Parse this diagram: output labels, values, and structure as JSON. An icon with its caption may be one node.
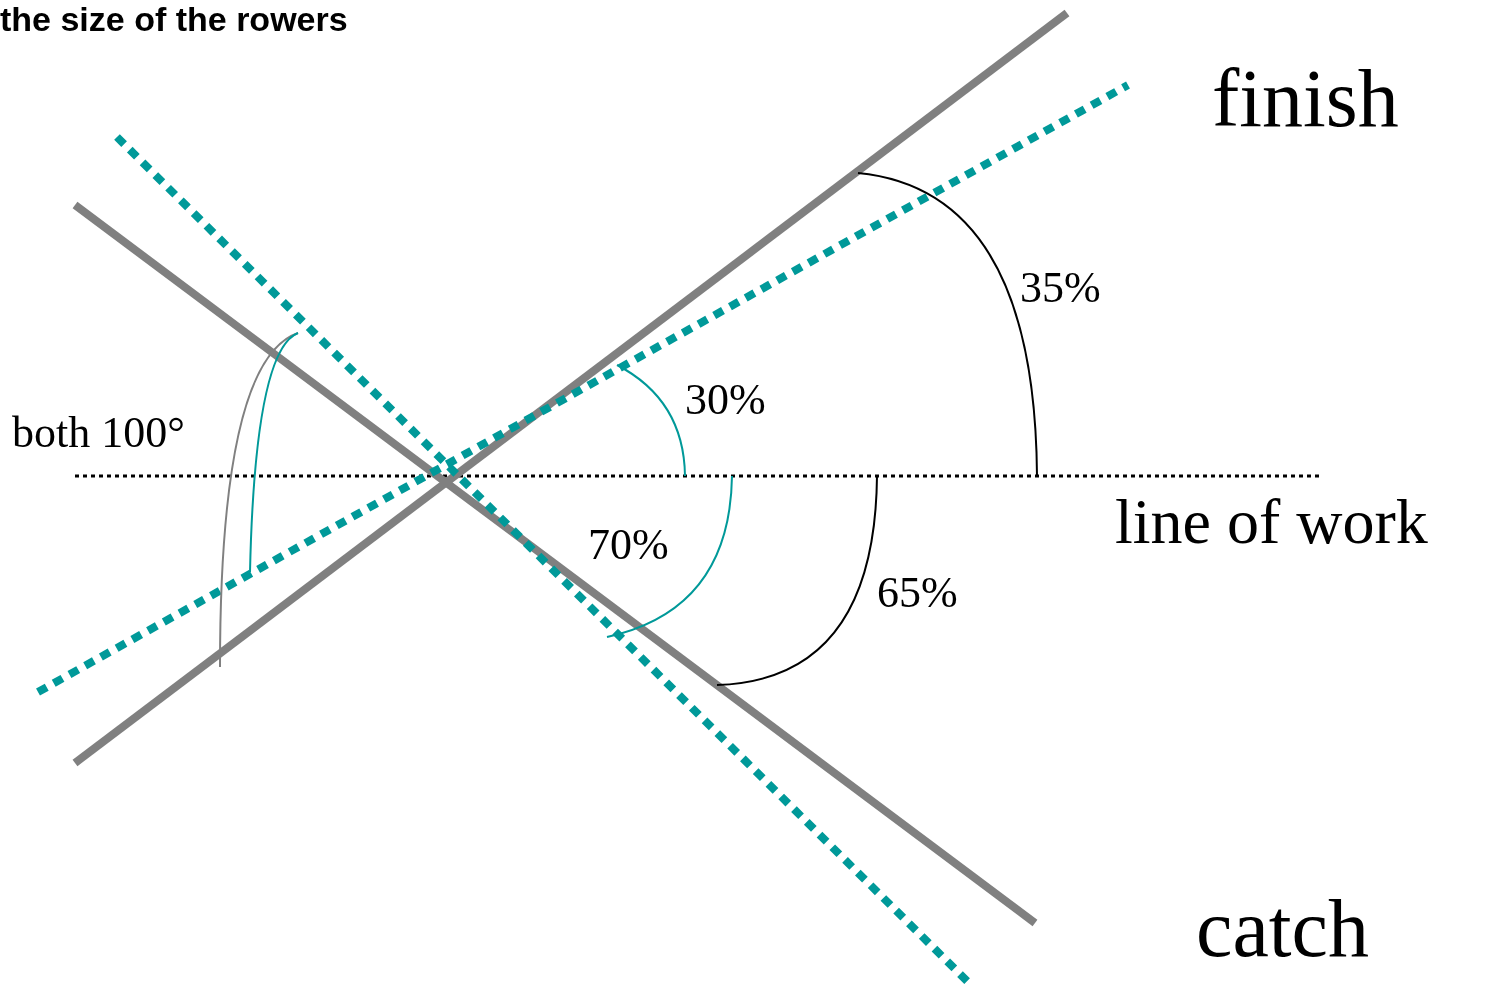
{
  "diagram": {
    "title": "the size of the rowers",
    "labels": [
      "finish",
      "35%",
      "30%",
      "both 100°",
      "line of work",
      "70%",
      "65%",
      "catch"
    ]
  }
}
